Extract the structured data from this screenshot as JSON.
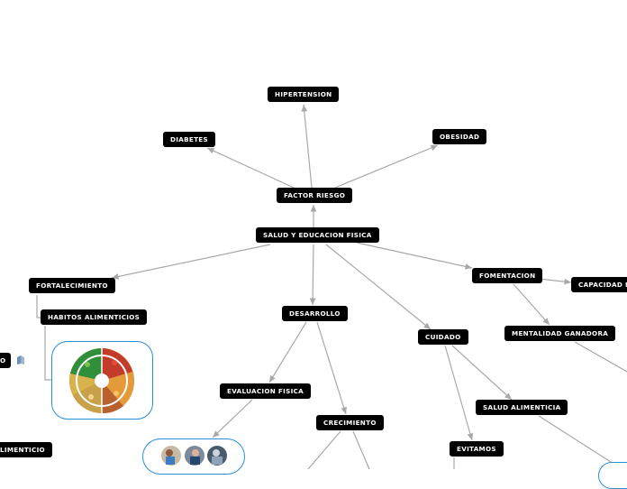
{
  "nodes": {
    "hipertension": "HIPERTENSION",
    "diabetes": "DIABETES",
    "obesidad": "OBESIDAD",
    "factor_riesgo": "FACTOR RIESGO",
    "salud": "SALUD Y EDUCACION FISICA",
    "fortalecimiento": "FORTALECIMIENTO",
    "habitos": "HABITOS ALIMENTICIOS",
    "desarrollo": "DESARROLLO",
    "cuidado": "CUIDADO",
    "fomentacion": "FOMENTACION",
    "capacidad": "CAPACIDAD M",
    "mentalidad": "MENTALIDAD GANADORA",
    "evaluacion": "EVALUACION FISICA",
    "crecimiento": "CRECIMIENTO",
    "salud_alimenticia": "SALUD ALIMENTICIA",
    "evitamos": "EVITAMOS",
    "left_partial": "O",
    "alimenticio_partial": "LIMENTICIO"
  },
  "icons": [
    "food-wheel-image",
    "photo-thumbnails",
    "book-icon"
  ],
  "colors": {
    "node_bg": "#000000",
    "node_text": "#ffffff",
    "line": "#a8a8a8",
    "bubble_border": "#2b8fd6"
  }
}
